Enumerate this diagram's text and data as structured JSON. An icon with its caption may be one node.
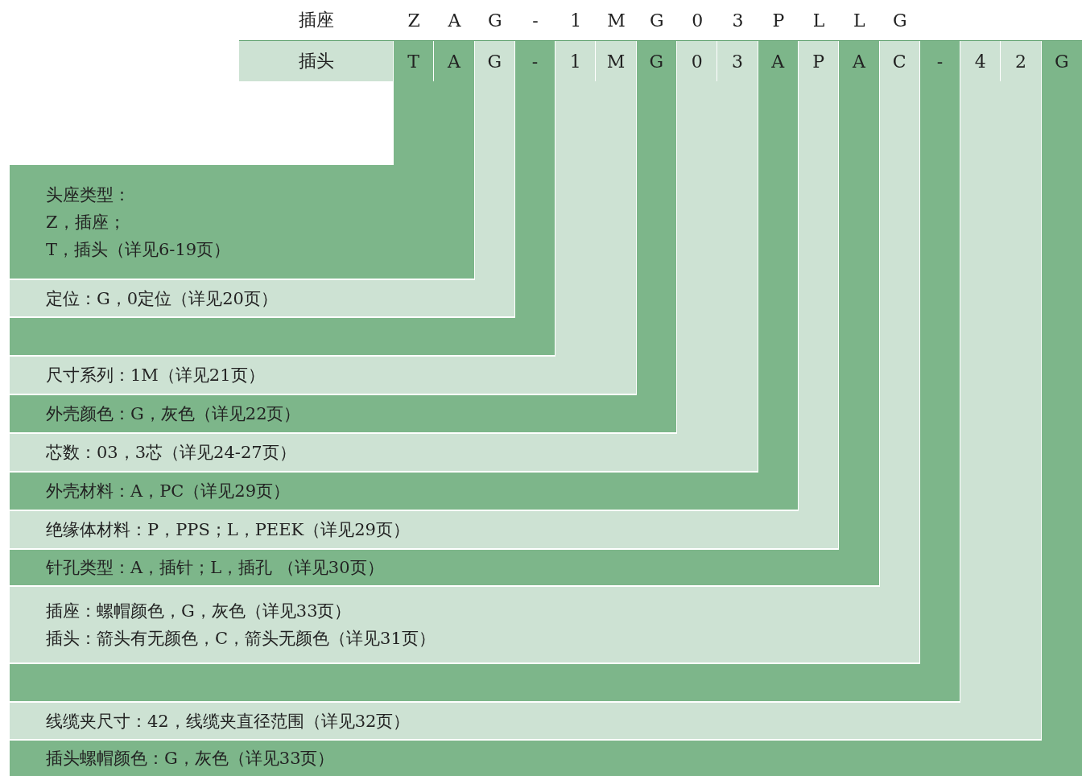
{
  "diagram": {
    "nodes": [
      {
        "text": [
          "插头"
        ]
      },
      {
        "text": [
          "T"
        ]
      },
      {
        "text": [
          "A"
        ]
      },
      {
        "text": [
          "G"
        ]
      },
      {
        "text": [
          "-"
        ]
      },
      {
        "text": [
          "1"
        ]
      },
      {
        "text": [
          "M"
        ]
      },
      {
        "text": [
          "G"
        ]
      },
      {
        "text": [
          "0"
        ]
      },
      {
        "text": [
          "3"
        ]
      },
      {
        "text": [
          "A"
        ]
      },
      {
        "text": [
          "P"
        ]
      },
      {
        "text": [
          "A"
        ]
      },
      {
        "text": [
          "C"
        ]
      },
      {
        "text": [
          "-"
        ]
      },
      {
        "text": [
          "4"
        ]
      },
      {
        "text": [
          "2"
        ]
      },
      {
        "text": [
          "G"
        ]
      },
      {
        "text": [
          "头座类型：",
          "Z，插座；",
          "T，插头（详见6-19页）"
        ]
      },
      {
        "text": [
          "定位：G，0定位（详见20页）"
        ]
      },
      {
        "text": [],
        "shape": "bar"
      },
      {
        "text": [
          "尺寸系列：1M（详见21页）"
        ]
      },
      {
        "text": [
          "外壳颜色：G，灰色（详见22页）"
        ]
      },
      {
        "text": [
          "芯数：03，3芯（详见24-27页）"
        ]
      },
      {
        "text": [
          "外壳材料：A，PC（详见29页）"
        ]
      },
      {
        "text": [
          "绝缘体材料：P，PPS；L，PEEK（详见29页）"
        ]
      },
      {
        "text": [
          "针孔类型：A，插针；L，插孔 （详见30页）"
        ]
      },
      {
        "text": [
          "插座：螺帽颜色，G，灰色（详见33页）",
          "插头：箭头有无颜色，C，箭头无颜色（详见31页）"
        ]
      },
      {
        "text": [],
        "shape": "bar"
      },
      {
        "text": [
          "线缆夹尺寸：42，线缆夹直径范围（详见32页）"
        ]
      },
      {
        "text": [
          "插头螺帽颜色：G，灰色（详见33页）"
        ]
      }
    ],
    "labels": [
      "插座",
      "Z",
      "A",
      "G",
      "-",
      "1",
      "M",
      "G",
      "0",
      "3",
      "P",
      "L",
      "L",
      "G"
    ]
  }
}
